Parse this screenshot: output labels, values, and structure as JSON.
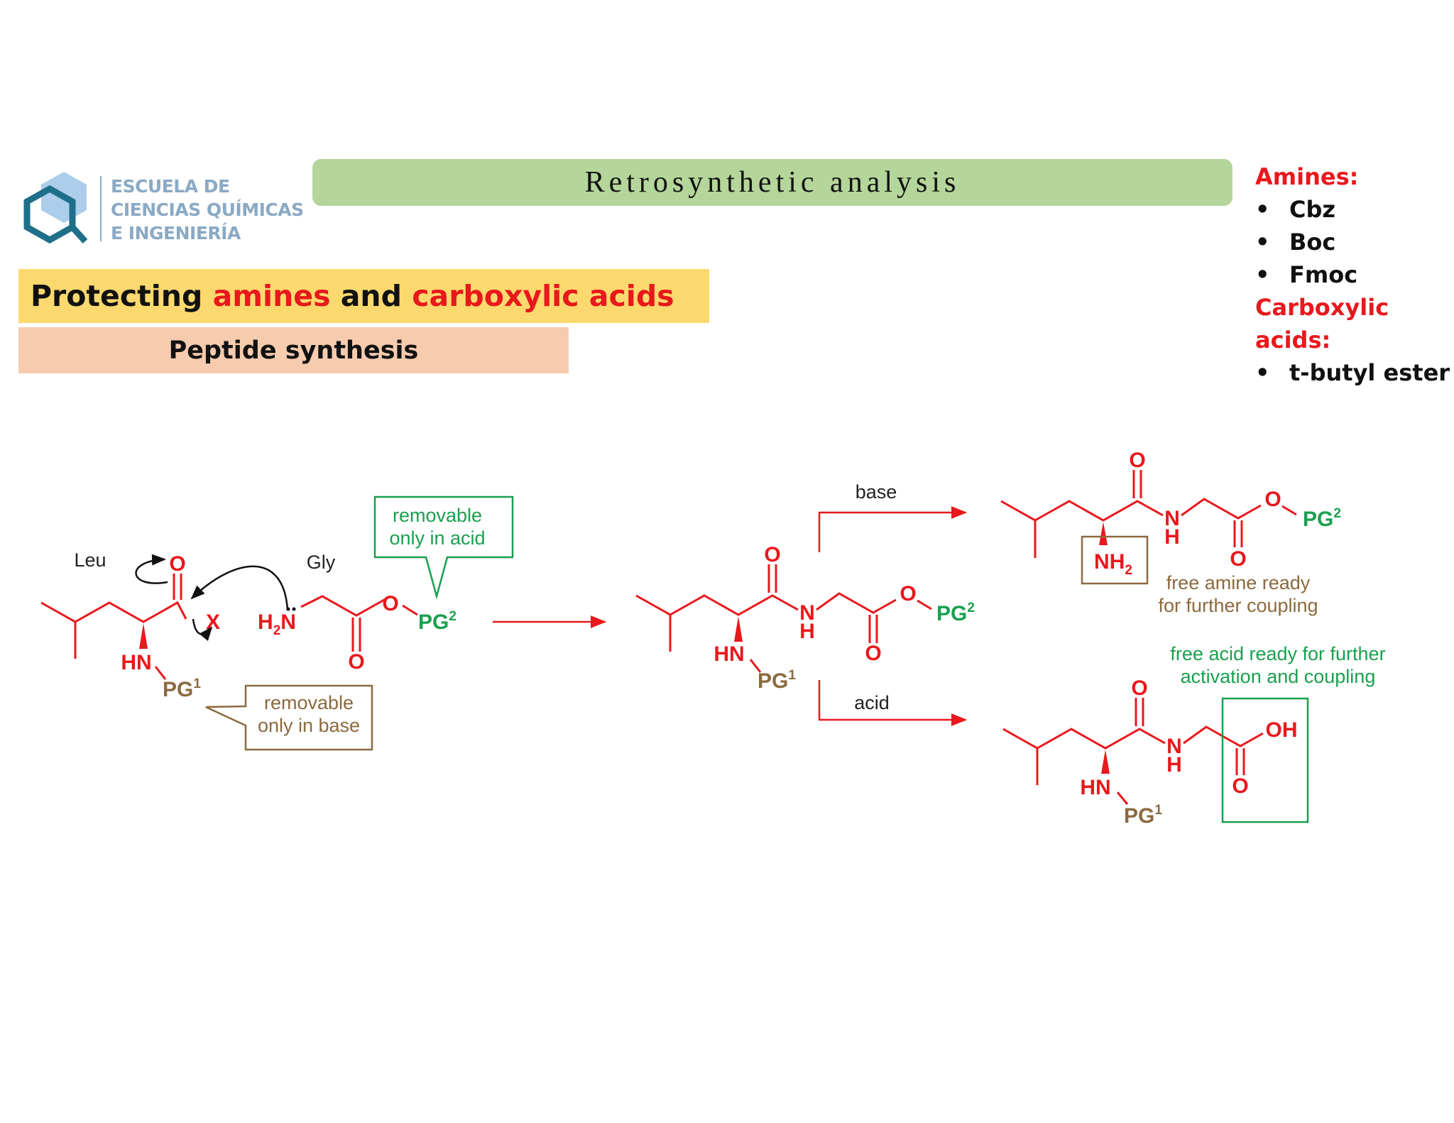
{
  "header": {
    "logo_lines": [
      "ESCUELA DE",
      "CIENCIAS QUÍMICAS",
      "E INGENIERÍA"
    ],
    "banner": "Retrosynthetic analysis"
  },
  "title": {
    "part1": "Protecting ",
    "part2": "amines",
    "part3": " and ",
    "part4": "carboxylic acids"
  },
  "subtitle": "Peptide synthesis",
  "protecting_groups": {
    "amines_heading": "Amines:",
    "amines": [
      "Cbz",
      "Boc",
      "Fmoc"
    ],
    "acids_heading": "Carboxylic acids:",
    "acids": [
      "t-butyl ester"
    ]
  },
  "scheme": {
    "leu_label": "Leu",
    "gly_label": "Gly",
    "atom_o": "O",
    "atom_x": "X",
    "atom_h2n_h": "H",
    "atom_h2n_2": "2",
    "atom_h2n_n": "N",
    "atom_hn": "HN",
    "atom_n": "N",
    "atom_h": "H",
    "atom_nh2_nh": "NH",
    "atom_nh2_2": "2",
    "atom_oh": "OH",
    "pg": "PG",
    "sup1": "1",
    "sup2": "2",
    "acid_only_line1": "removable",
    "acid_only_line2": "only in acid",
    "base_only_line1": "removable",
    "base_only_line2": "only in base",
    "reagent_base": "base",
    "reagent_acid": "acid",
    "amine_note_line1": "free amine ready",
    "amine_note_line2": "for further coupling",
    "acid_note_line1": "free acid ready for further",
    "acid_note_line2": "activation and coupling"
  },
  "colors": {
    "structure_red": "#e8181c",
    "pg1_brown": "#8b6a3e",
    "pg2_green": "#1aa04f",
    "banner_green": "#b4d69a",
    "title_yellow": "#fcd96e",
    "subtitle_peach": "#f7cbae"
  }
}
